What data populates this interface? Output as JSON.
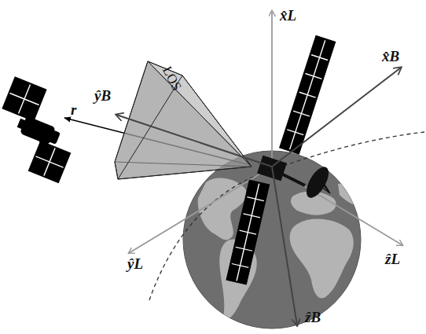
{
  "diagram": {
    "labels": [
      "x̂L",
      "x̂B",
      "ŷB",
      "LOS",
      "r",
      "ŷL",
      "ẑL",
      "ẑB"
    ]
  }
}
